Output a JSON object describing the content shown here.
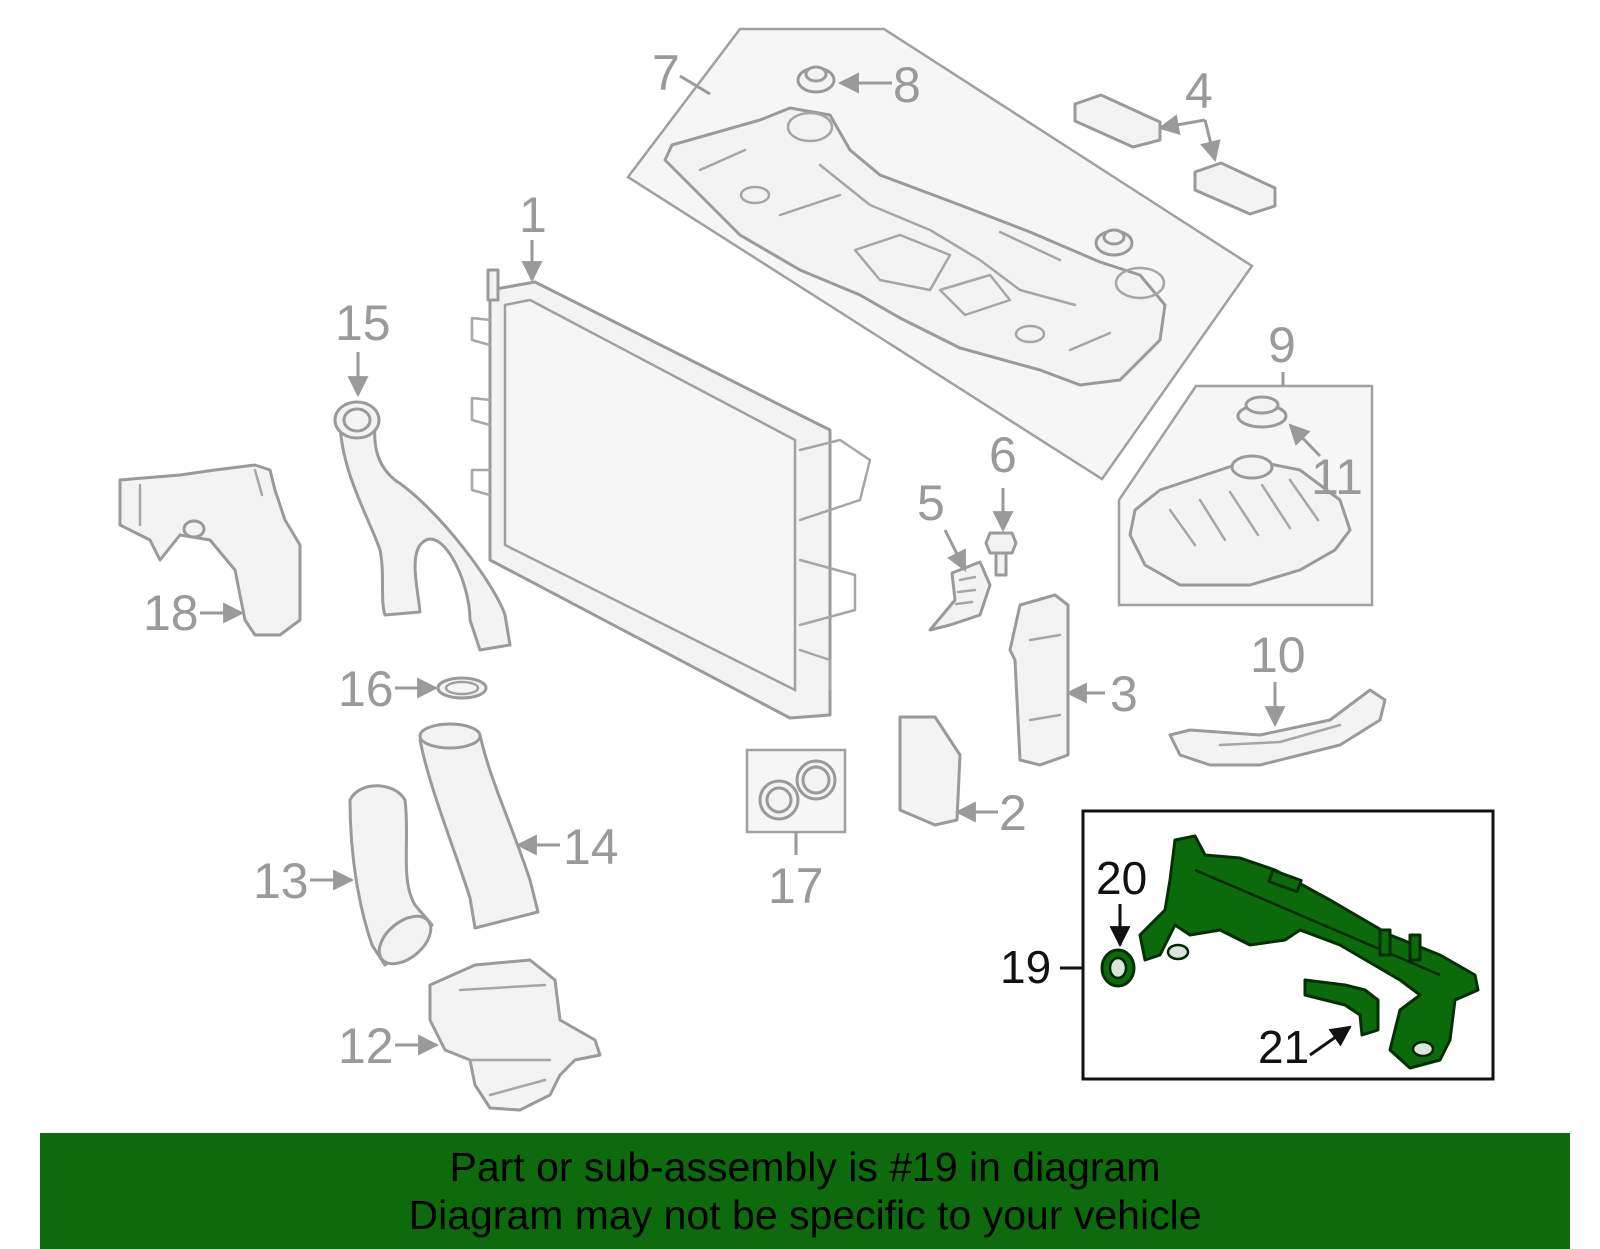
{
  "diagram": {
    "callouts": {
      "c1": "1",
      "c2": "2",
      "c3": "3",
      "c4": "4",
      "c5": "5",
      "c6": "6",
      "c7": "7",
      "c8": "8",
      "c9": "9",
      "c10": "10",
      "c11": "11",
      "c12": "12",
      "c13": "13",
      "c14": "14",
      "c15": "15",
      "c16": "16",
      "c17": "17",
      "c18": "18",
      "c19": "19",
      "c20": "20",
      "c21": "21"
    },
    "highlighted_part": "19",
    "colors": {
      "highlight": "#0b6b0b",
      "banner": "#0d6b0d",
      "line_art": "#9a9a9a"
    }
  },
  "banner": {
    "line1": "Part or sub-assembly is #19 in diagram",
    "line2": "Diagram may not be specific to your vehicle"
  }
}
